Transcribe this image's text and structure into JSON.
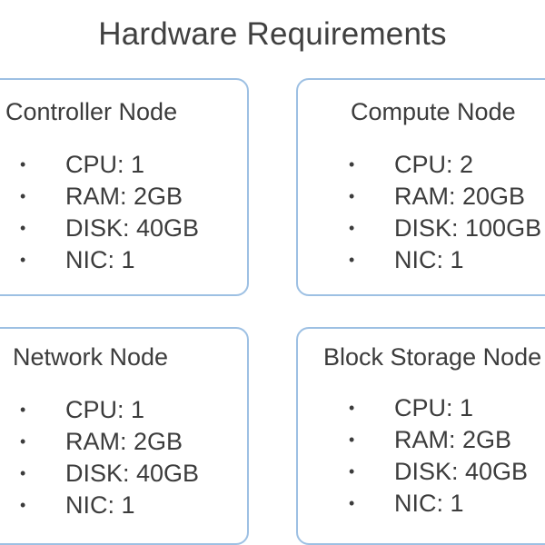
{
  "title": "Hardware Requirements",
  "bullet_symbol": "•",
  "nodes": [
    {
      "name": "Controller Node",
      "specs": [
        "CPU: 1",
        "RAM: 2GB",
        "DISK: 40GB",
        "NIC: 1"
      ]
    },
    {
      "name": "Compute Node",
      "specs": [
        "CPU: 2",
        "RAM: 20GB",
        "DISK: 100GB",
        "NIC: 1"
      ]
    },
    {
      "name": "Network Node",
      "specs": [
        "CPU: 1",
        "RAM: 2GB",
        "DISK: 40GB",
        "NIC: 1"
      ]
    },
    {
      "name": "Block Storage Node",
      "specs": [
        "CPU: 1",
        "RAM: 2GB",
        "DISK: 40GB",
        "NIC: 1"
      ]
    }
  ],
  "colors": {
    "box_border": "#9dc0e3",
    "text": "#3c3c3c"
  }
}
